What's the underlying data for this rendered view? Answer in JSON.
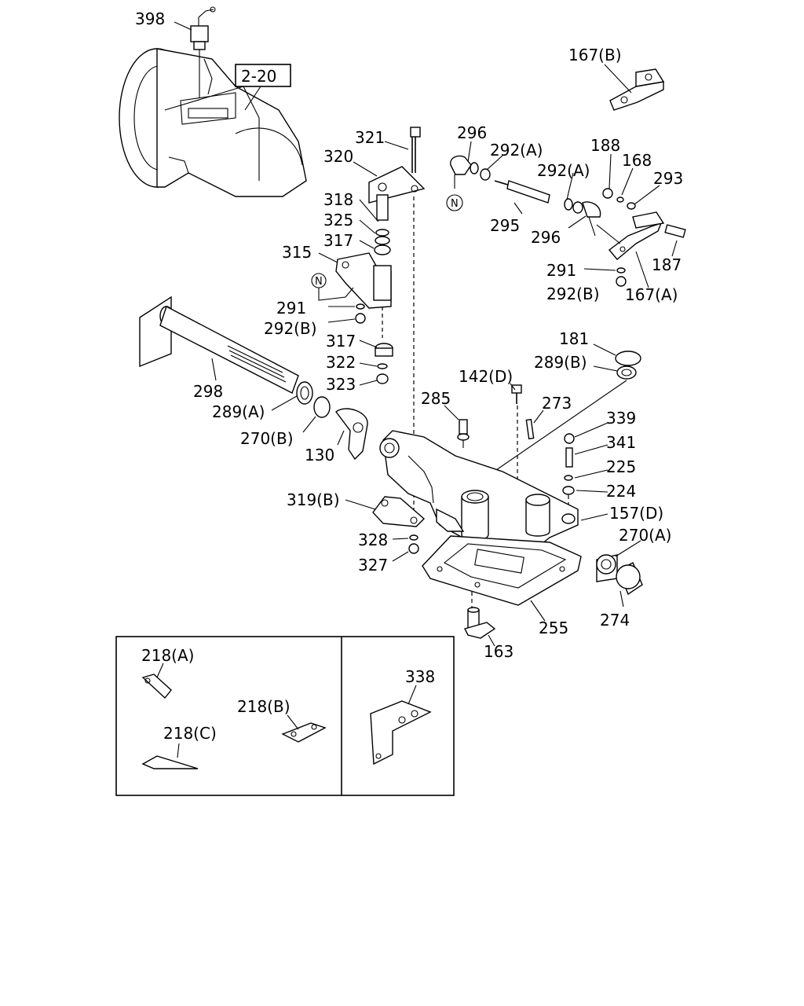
{
  "labels": {
    "p398": "398",
    "p167b": "167(B)",
    "p321": "321",
    "p296a": "296",
    "p292a1": "292(A)",
    "p188": "188",
    "p168": "168",
    "p320": "320",
    "p292a2": "292(A)",
    "p293": "293",
    "p318": "318",
    "p325": "325",
    "p295": "295",
    "p296b": "296",
    "p317a": "317",
    "p315": "315",
    "p187": "187",
    "p291a": "291",
    "p292b1": "292(B)",
    "p167a": "167(A)",
    "p291b": "291",
    "p292b2": "292(B)",
    "p317b": "317",
    "p181": "181",
    "p322": "322",
    "p289b": "289(B)",
    "p323": "323",
    "p298": "298",
    "p142d": "142(D)",
    "p285": "285",
    "p289a": "289(A)",
    "p273": "273",
    "p339": "339",
    "p270b": "270(B)",
    "p341": "341",
    "p130": "130",
    "p225": "225",
    "p224": "224",
    "p319b": "319(B)",
    "p157d": "157(D)",
    "p270a": "270(A)",
    "p328": "328",
    "p327": "327",
    "p255": "255",
    "p274": "274",
    "p163": "163",
    "p218a": "218(A)",
    "p338": "338",
    "p218b": "218(B)",
    "p218c": "218(C)"
  },
  "reference_box": "2-20",
  "neutral_marks": [
    "N",
    "N"
  ],
  "icons": {
    "neutral_symbol": "circled-N-icon"
  }
}
